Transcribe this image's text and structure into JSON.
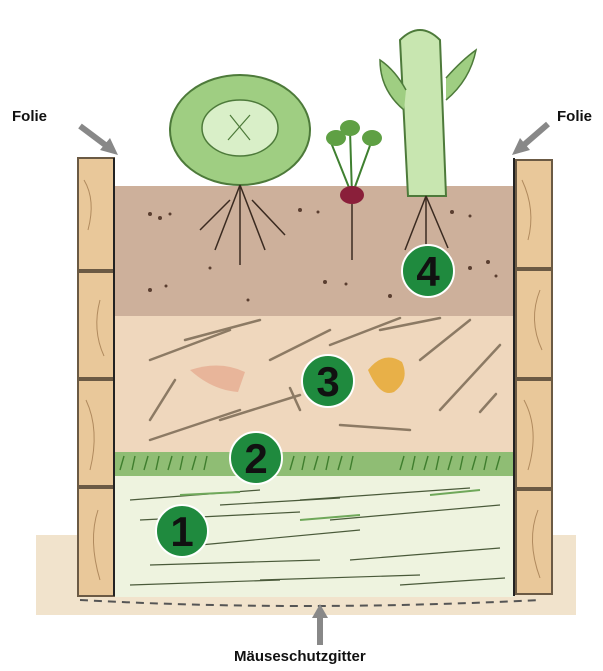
{
  "labels": {
    "foil_left": "Folie",
    "foil_right": "Folie",
    "bottom": "Mäuseschutzgitter"
  },
  "layers": [
    {
      "number": "1"
    },
    {
      "number": "2"
    },
    {
      "number": "3"
    },
    {
      "number": "4"
    }
  ],
  "colors": {
    "badge_green": "#1f8a3e",
    "soil_top": "#cfb09c",
    "compost_mid": "#efd8c0",
    "grass_layer": "#7fb46a",
    "base_layer": "#eef3df",
    "wood": "#e9c89a"
  }
}
